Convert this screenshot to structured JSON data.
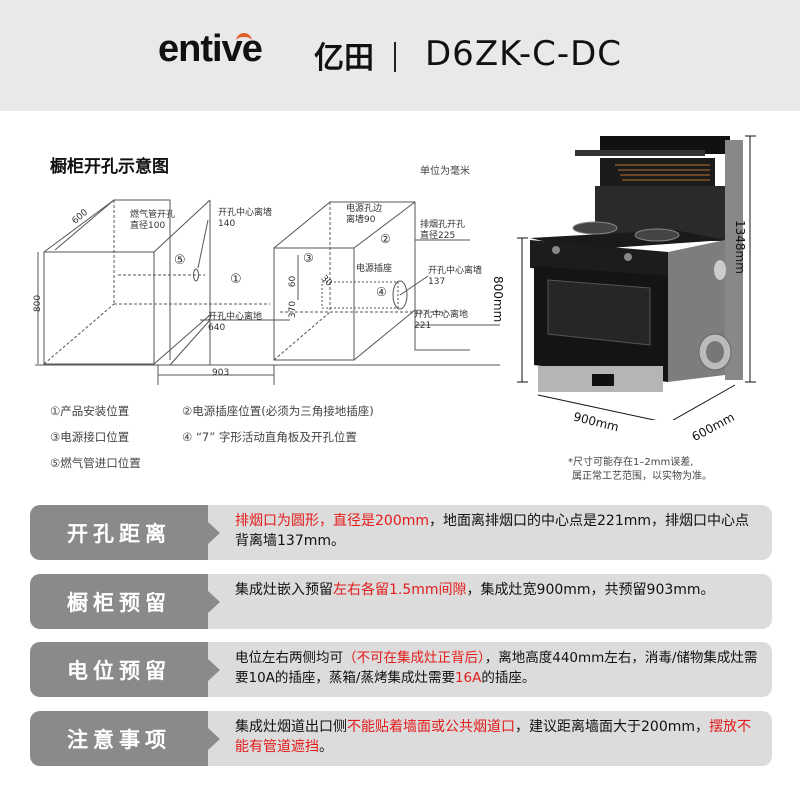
{
  "header": {
    "brand_en": "entive",
    "brand_cn": "亿田",
    "model": "D6ZK-C-DC"
  },
  "diagram": {
    "title": "橱柜开孔示意图",
    "unit": "单位为毫米",
    "labels": {
      "depth_600": "600",
      "height_800": "800",
      "gas_hole_1": "燃气管开孔",
      "gas_hole_2": "直径100",
      "center_wall_1": "开孔中心离墙",
      "center_wall_2": "140",
      "circle5": "⑤",
      "circle1": "①",
      "center_floor_1": "开孔中心离地",
      "center_floor_2": "640",
      "width_903": "903",
      "power_edge_1": "电源孔边",
      "power_edge_2": "离墙90",
      "exhaust_1": "排烟孔开孔",
      "exhaust_2": "直径225",
      "circle2": "②",
      "circle3": "③",
      "circle4": "④",
      "socket": "电源插座",
      "dim_60": "60",
      "dim_370": "370",
      "dim_30": "30",
      "center_wall_b1": "开孔中心离墙",
      "center_wall_b2": "137",
      "center_floor_b1": "开孔中心离地",
      "center_floor_b2": "221"
    },
    "legend": [
      "①产品安装位置",
      "②电源插座位置(必须为三角接地插座)",
      "③电源接口位置",
      "④ “7” 字形活动直角板及开孔位置",
      "⑤燃气管进口位置"
    ]
  },
  "product": {
    "height_total": "1348mm",
    "height_counter": "800mm",
    "width": "900mm",
    "depth": "600mm",
    "note_line1": "*尺寸可能存在1–2mm误差,",
    "note_line2": "属正常工艺范围，以实物为准。"
  },
  "sections": [
    {
      "tag": "开孔距离",
      "parts": [
        {
          "t": "排烟口为圆形，直径是200mm",
          "red": true
        },
        {
          "t": "，地面离排烟口的中心点是221mm，排烟口中心点背离墙137mm。",
          "red": false
        }
      ]
    },
    {
      "tag": "橱柜预留",
      "parts": [
        {
          "t": "集成灶嵌入预留",
          "red": false
        },
        {
          "t": "左右各留1.5mm间隙",
          "red": true
        },
        {
          "t": "，集成灶宽900mm，共预留903mm。",
          "red": false
        }
      ]
    },
    {
      "tag": "电位预留",
      "parts": [
        {
          "t": "电位左右两侧均可",
          "red": false
        },
        {
          "t": "（不可在集成灶正背后）",
          "red": true
        },
        {
          "t": "，离地高度440mm左右，消毒/储物集成灶需要10A的插座，蒸箱/蒸烤集成灶需要",
          "red": false
        },
        {
          "t": "16A",
          "red": true
        },
        {
          "t": "的插座。",
          "red": false
        }
      ]
    },
    {
      "tag": "注意事项",
      "parts": [
        {
          "t": "集成灶烟道出口侧",
          "red": false
        },
        {
          "t": "不能贴着墙面或公共烟道口",
          "red": true
        },
        {
          "t": "，建议距离墙面大于200mm，",
          "red": false
        },
        {
          "t": "摆放不能有管道遮挡",
          "red": true
        },
        {
          "t": "。",
          "red": false
        }
      ]
    }
  ],
  "colors": {
    "header_bg": "#e9e9e9",
    "tag_bg": "#8a8a8a",
    "body_bg": "#dcdcdc",
    "highlight_red": "#e31b1b",
    "brand_accent": "#e0602a"
  }
}
